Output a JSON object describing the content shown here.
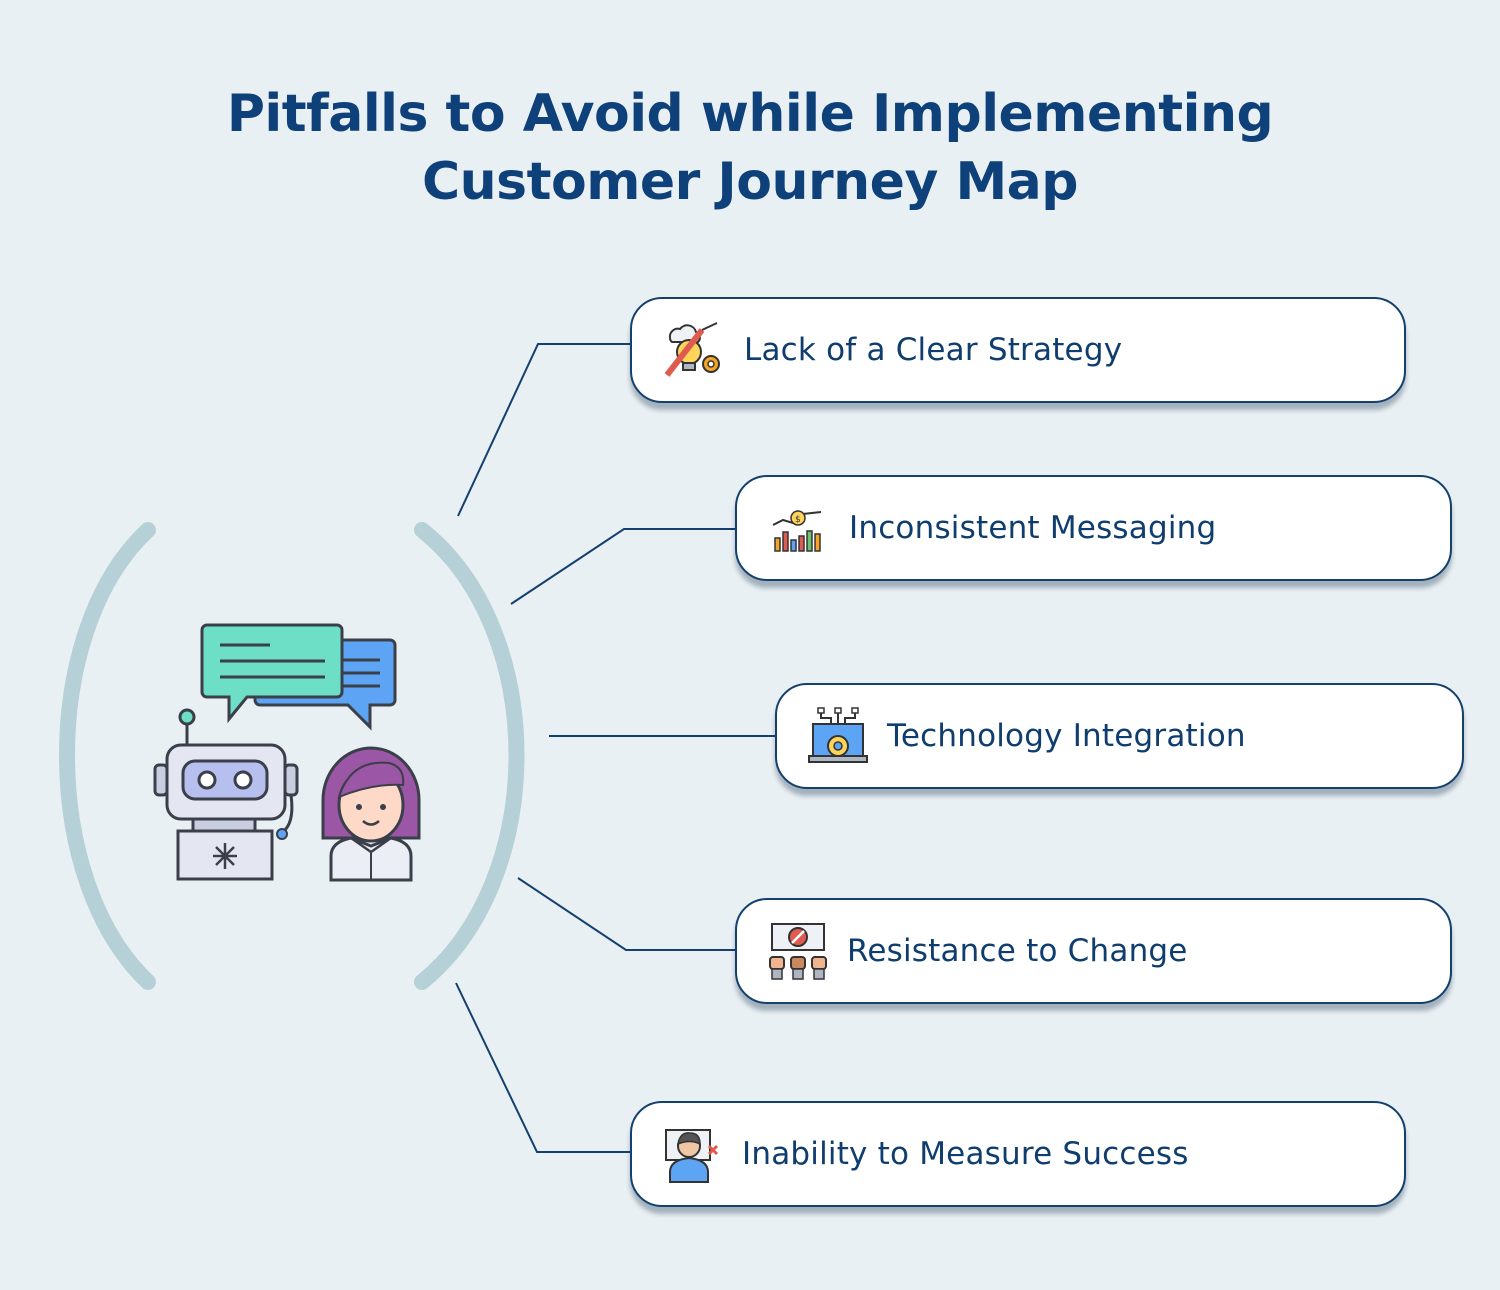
{
  "title": {
    "line1": "Pitfalls to Avoid while Implementing",
    "line2": "Customer Journey Map"
  },
  "colors": {
    "background": "#e9f0f3",
    "title": "#0e4079",
    "connector": "#14406e",
    "bracket": "#b6d0d7",
    "card_border": "#14406e"
  },
  "items": [
    {
      "label": "Lack of a Clear Strategy",
      "icon": "strategy-lightbulb-pencil-gear-icon"
    },
    {
      "label": "Inconsistent Messaging",
      "icon": "bar-chart-dollar-trend-icon"
    },
    {
      "label": "Technology Integration",
      "icon": "laptop-network-gear-icon"
    },
    {
      "label": "Resistance to Change",
      "icon": "protest-sign-raised-fists-icon"
    },
    {
      "label": "Inability to Measure Success",
      "icon": "frustrated-person-icon"
    }
  ],
  "hero": {
    "icon": "chatbot-and-customer-conversation-icon"
  }
}
